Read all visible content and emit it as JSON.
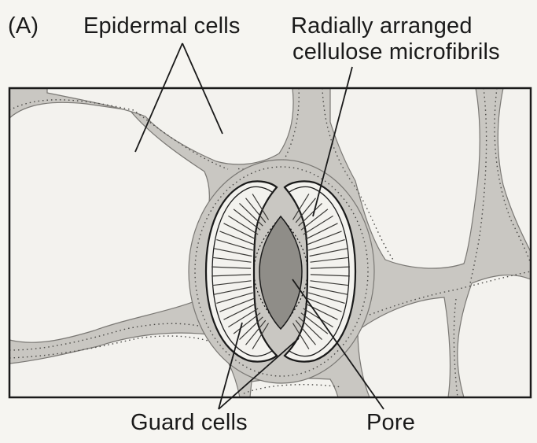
{
  "panel_label": "(A)",
  "labels": {
    "epidermal_cells": "Epidermal cells",
    "microfibrils_line1": "Radially arranged",
    "microfibrils_line2": "cellulose microfibrils",
    "guard_cells": "Guard cells",
    "pore": "Pore"
  },
  "colors": {
    "background": "#f6f5f1",
    "cell_wall": "#c9c7c2",
    "cell_interior": "#f3f2ee",
    "pore_fill": "#8f8d88",
    "outline": "#1a1a1a"
  }
}
